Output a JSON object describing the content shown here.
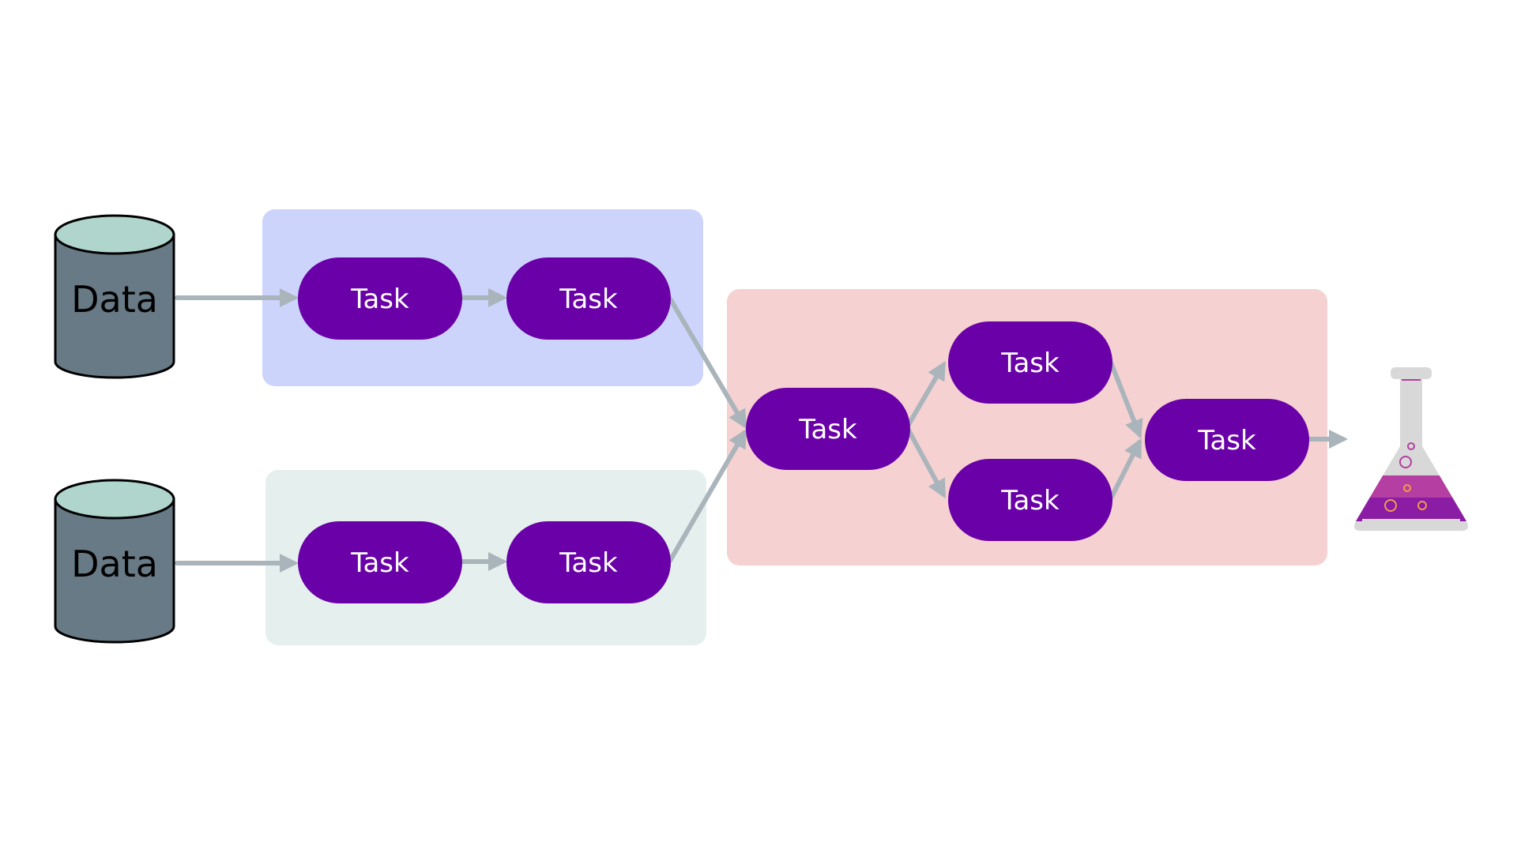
{
  "colors": {
    "background": "#ffffff",
    "task_fill": "#6a00a8",
    "task_text": "#ffffff",
    "arrow": "#aab4bb",
    "cylinder_top": "#b0d5cd",
    "cylinder_body": "#687a85",
    "cylinder_stroke": "#000000",
    "group_blue": "#ccd4fc",
    "group_green": "#e5f0ee",
    "group_red": "#f5d1d1",
    "flask_glass": "#d8d8d8",
    "flask_liquid": "#b43ea1",
    "flask_liquid_dark": "#6a00a8",
    "flask_bubble": "#f39a4c"
  },
  "data_sources": [
    {
      "label": "Data"
    },
    {
      "label": "Data"
    }
  ],
  "tasks": [
    {
      "label": "Task"
    },
    {
      "label": "Task"
    },
    {
      "label": "Task"
    },
    {
      "label": "Task"
    },
    {
      "label": "Task"
    },
    {
      "label": "Task"
    },
    {
      "label": "Task"
    },
    {
      "label": "Task"
    }
  ],
  "output": {
    "icon": "flask-icon"
  }
}
